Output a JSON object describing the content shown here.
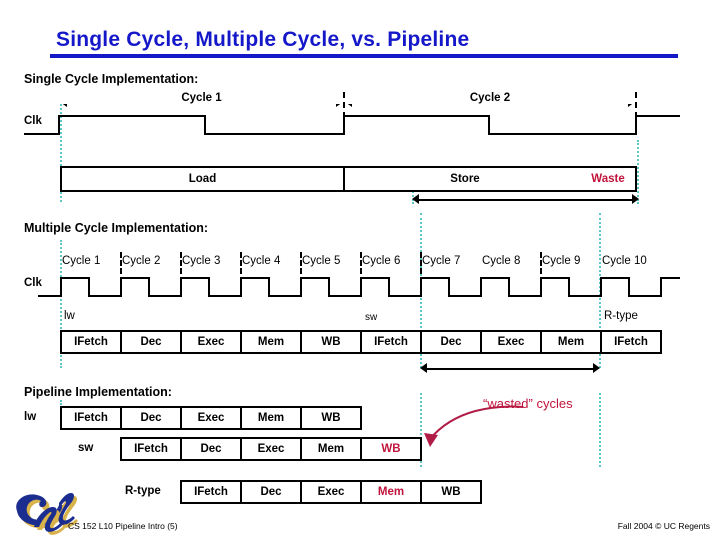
{
  "slide": {
    "title": "Single Cycle, Multiple Cycle, vs. Pipeline",
    "title_color": "#1518c9",
    "accent_red": "#c0143c",
    "guide_color": "#5ec8c8"
  },
  "single_cycle": {
    "heading": "Single Cycle Implementation:",
    "clk_label": "Clk",
    "cycles": [
      "Cycle 1",
      "Cycle 2"
    ],
    "ops": [
      "Load",
      "Store"
    ],
    "waste_label": "Waste"
  },
  "multi_cycle": {
    "heading": "Multiple Cycle Implementation:",
    "clk_label": "Clk",
    "cycles": [
      "Cycle 1",
      "Cycle 2",
      "Cycle 3",
      "Cycle 4",
      "Cycle 5",
      "Cycle 6",
      "Cycle 7",
      "Cycle 8",
      "Cycle 9",
      "Cycle 10"
    ],
    "instr_labels": [
      "lw",
      "sw",
      "R-type"
    ],
    "stages": [
      "IFetch",
      "Dec",
      "Exec",
      "Mem",
      "WB",
      "IFetch",
      "Dec",
      "Exec",
      "Mem",
      "IFetch"
    ]
  },
  "pipeline": {
    "heading": "Pipeline Implementation:",
    "annotation": "“wasted” cycles",
    "rows": [
      {
        "instr": "lw",
        "stages": [
          "IFetch",
          "Dec",
          "Exec",
          "Mem",
          "WB"
        ],
        "red_stage": null
      },
      {
        "instr": "sw",
        "stages": [
          "IFetch",
          "Dec",
          "Exec",
          "Mem",
          "WB"
        ],
        "red_stage": "WB"
      },
      {
        "instr": "R-type",
        "stages": [
          "IFetch",
          "Dec",
          "Exec",
          "Mem",
          "WB"
        ],
        "red_stage": "Mem"
      }
    ]
  },
  "footer": {
    "left": "CS 152 L10 Pipeline Intro (5)",
    "right": "Fall 2004 © UC Regents",
    "logo": "cal-logo"
  }
}
